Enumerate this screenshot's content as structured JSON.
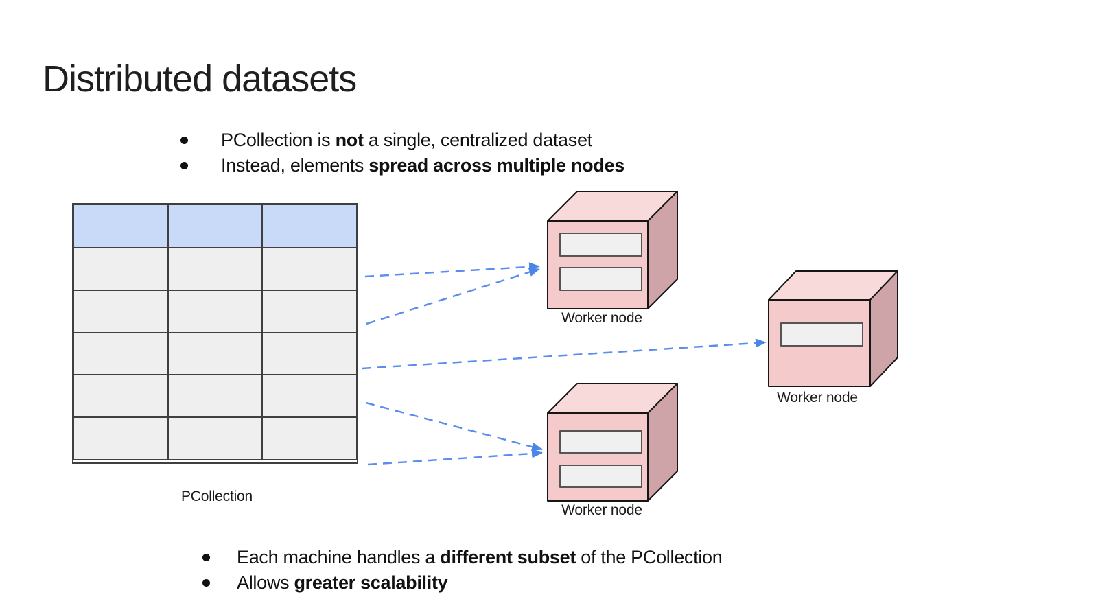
{
  "slide": {
    "title": "Distributed datasets",
    "top_bullets": [
      {
        "segments": [
          {
            "text": "PCollection is ",
            "bold": false
          },
          {
            "text": "not",
            "bold": true
          },
          {
            "text": " a single, centralized dataset",
            "bold": false
          }
        ]
      },
      {
        "segments": [
          {
            "text": "Instead, elements ",
            "bold": false
          },
          {
            "text": "spread across multiple nodes",
            "bold": true
          }
        ]
      }
    ],
    "bottom_bullets": [
      {
        "segments": [
          {
            "text": "Each machine handles a ",
            "bold": false
          },
          {
            "text": "different subset",
            "bold": true
          },
          {
            "text": " of the PCollection",
            "bold": false
          }
        ]
      },
      {
        "segments": [
          {
            "text": "Allows ",
            "bold": false
          },
          {
            "text": "greater scalability",
            "bold": true
          }
        ]
      }
    ]
  },
  "diagram": {
    "pcollection_label": "PCollection",
    "table": {
      "columns": 3,
      "header_rows": 1,
      "body_rows": 5,
      "header_color": "#c9daf8",
      "cell_color": "#efefef",
      "border_color": "#3f3f3f"
    },
    "worker_nodes": [
      {
        "label": "Worker node",
        "slots": 2,
        "position": "top"
      },
      {
        "label": "Worker node",
        "slots": 1,
        "position": "right"
      },
      {
        "label": "Worker node",
        "slots": 2,
        "position": "bottom"
      }
    ],
    "arrow_count": 5,
    "arrow_head_color": "#4a86e8",
    "arrow_line_color": "#5b8def",
    "node_colors": {
      "front": "#f4caca",
      "top": "#f8dada",
      "side": "#cfa4a9",
      "slot_fill": "#f0f0f0",
      "slot_border": "#555555"
    }
  }
}
